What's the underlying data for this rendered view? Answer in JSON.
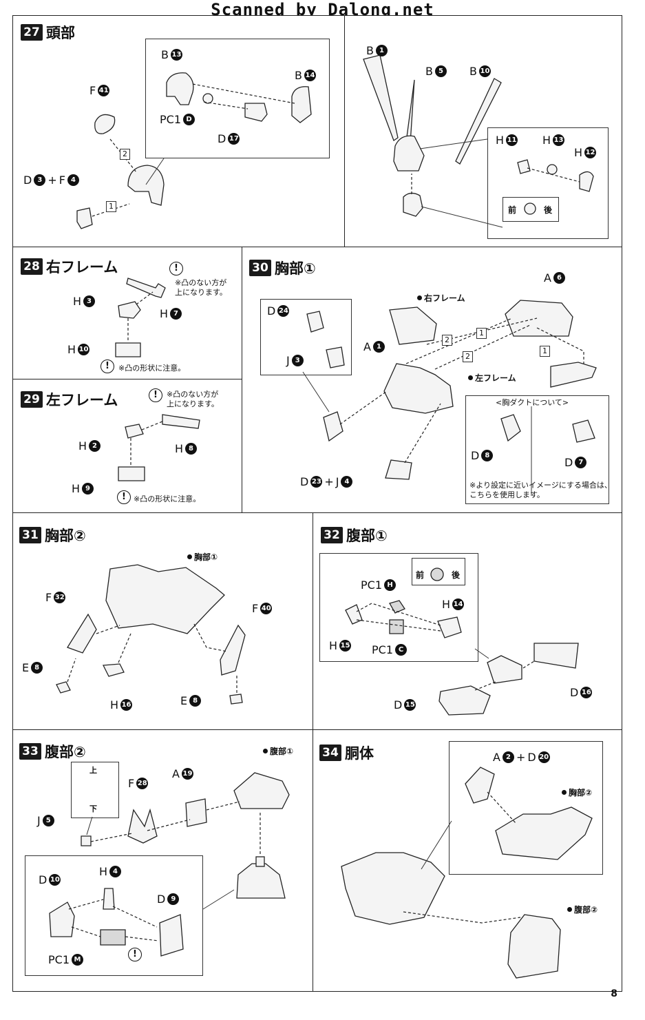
{
  "header": {
    "scan_credit": "Scanned by Dalong.net"
  },
  "page_number": "8",
  "sections": {
    "s27": {
      "num": "27",
      "title": "頭部"
    },
    "s28": {
      "num": "28",
      "title": "右フレーム"
    },
    "s29": {
      "num": "29",
      "title": "左フレーム"
    },
    "s30": {
      "num": "30",
      "title": "胸部①"
    },
    "s31": {
      "num": "31",
      "title": "胸部②"
    },
    "s32": {
      "num": "32",
      "title": "腹部①"
    },
    "s33": {
      "num": "33",
      "title": "腹部②"
    },
    "s34": {
      "num": "34",
      "title": "胴体"
    }
  },
  "labels": {
    "B13": {
      "l": "B",
      "n": "13"
    },
    "B14": {
      "l": "B",
      "n": "14"
    },
    "F41": {
      "l": "F",
      "n": "41"
    },
    "PC1D": {
      "l": "PC1",
      "n": "D"
    },
    "D17": {
      "l": "D",
      "n": "17"
    },
    "D3": {
      "l": "D",
      "n": "3"
    },
    "F4": {
      "l": "F",
      "n": "4"
    },
    "plus": "+",
    "B1": {
      "l": "B",
      "n": "1"
    },
    "B5": {
      "l": "B",
      "n": "5"
    },
    "B10": {
      "l": "B",
      "n": "10"
    },
    "H11": {
      "l": "H",
      "n": "11"
    },
    "H13": {
      "l": "H",
      "n": "13"
    },
    "H12": {
      "l": "H",
      "n": "12"
    },
    "front": "前",
    "back": "後",
    "H3": {
      "l": "H",
      "n": "3"
    },
    "H7": {
      "l": "H",
      "n": "7"
    },
    "H10": {
      "l": "H",
      "n": "10"
    },
    "H2": {
      "l": "H",
      "n": "2"
    },
    "H8": {
      "l": "H",
      "n": "8"
    },
    "H9": {
      "l": "H",
      "n": "9"
    },
    "D24": {
      "l": "D",
      "n": "24"
    },
    "J3": {
      "l": "J",
      "n": "3"
    },
    "A1": {
      "l": "A",
      "n": "1"
    },
    "A6": {
      "l": "A",
      "n": "6"
    },
    "D23": {
      "l": "D",
      "n": "23"
    },
    "J4": {
      "l": "J",
      "n": "4"
    },
    "D8": {
      "l": "D",
      "n": "8"
    },
    "D7": {
      "l": "D",
      "n": "7"
    },
    "F32": {
      "l": "F",
      "n": "32"
    },
    "F40": {
      "l": "F",
      "n": "40"
    },
    "E8a": {
      "l": "E",
      "n": "8"
    },
    "E8b": {
      "l": "E",
      "n": "8"
    },
    "H16": {
      "l": "H",
      "n": "16"
    },
    "PC1H": {
      "l": "PC1",
      "n": "H"
    },
    "H14": {
      "l": "H",
      "n": "14"
    },
    "H15": {
      "l": "H",
      "n": "15"
    },
    "PC1C": {
      "l": "PC1",
      "n": "C"
    },
    "D15": {
      "l": "D",
      "n": "15"
    },
    "D16": {
      "l": "D",
      "n": "16"
    },
    "F28": {
      "l": "F",
      "n": "28"
    },
    "A19": {
      "l": "A",
      "n": "19"
    },
    "J5": {
      "l": "J",
      "n": "5"
    },
    "D10": {
      "l": "D",
      "n": "10"
    },
    "H4": {
      "l": "H",
      "n": "4"
    },
    "D9": {
      "l": "D",
      "n": "9"
    },
    "PC1M": {
      "l": "PC1",
      "n": "M"
    },
    "A2": {
      "l": "A",
      "n": "2"
    },
    "D20": {
      "l": "D",
      "n": "20"
    },
    "top": "上",
    "bottom": "下"
  },
  "tags": {
    "right_frame": "右フレーム",
    "left_frame": "左フレーム",
    "chest1": "胸部①",
    "chest2": "胸部②",
    "abdomen1": "腹部①",
    "abdomen2": "腹部②"
  },
  "notes": {
    "flat_side_up_28": "※凸のない方が\n上になります。",
    "shape_28": "※凸の形状に注意。",
    "flat_side_up_29": "※凸のない方が\n上になります。",
    "shape_29": "※凸の形状に注意。",
    "duct_title": "<胸ダクトについて>",
    "duct_note": "※より設定に近いイメージにする場合は、\nこちらを使用します。"
  },
  "steps": [
    "1",
    "2"
  ],
  "icon_glyph": "!"
}
